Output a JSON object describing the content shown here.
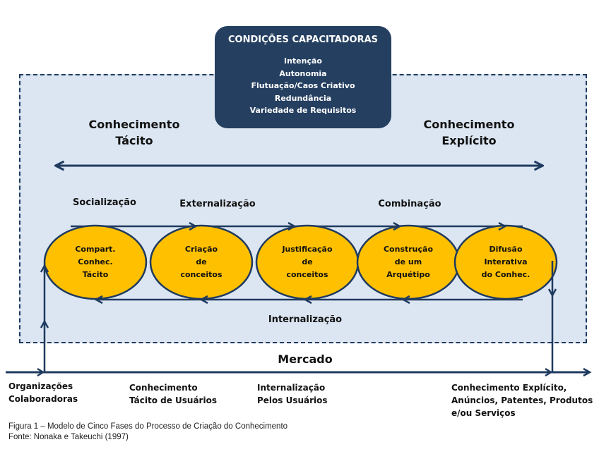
{
  "conditions": {
    "title": "CONDIÇÕES CAPACITADORAS",
    "items": [
      "Intenção",
      "Autonomia",
      "Flutuação/Caos  Criativo",
      "Redundância",
      "Variedade de Requisitos"
    ]
  },
  "axis": {
    "left": {
      "line1": "Conhecimento",
      "line2": "Tácito"
    },
    "right": {
      "line1": "Conhecimento",
      "line2": "Explícito"
    }
  },
  "modes": {
    "socialization": "Socialização",
    "externalization": "Externalização",
    "combination": "Combinação",
    "internalization": "Internalização"
  },
  "phases": [
    {
      "lines": [
        "Compart.",
        "Conhec.",
        "Tácito"
      ]
    },
    {
      "lines": [
        "Criação",
        "de",
        "conceitos"
      ]
    },
    {
      "lines": [
        "Justificação",
        "de",
        "conceitos"
      ]
    },
    {
      "lines": [
        "Construção",
        "de um",
        "Arquétipo"
      ]
    },
    {
      "lines": [
        "Difusão",
        "Interativa",
        "do Conhec."
      ]
    }
  ],
  "market": {
    "label": "Mercado"
  },
  "bottom_labels": [
    {
      "line1": "Organizações",
      "line2": "Colaboradoras"
    },
    {
      "line1": "Conhecimento",
      "line2": "Tácito de Usuários"
    },
    {
      "line1": "Internalização",
      "line2": "Pelos Usuários"
    },
    {
      "line1": "Conhecimento Explícito,",
      "line2": "Anúncios,  Patentes, Produtos",
      "line3": "e/ou Serviços"
    }
  ],
  "caption": {
    "figure": "Figura 1 – Modelo de Cinco Fases do Processo de Criação do Conhecimento",
    "source": "Fonte: Nonaka e Takeuchi (1997)"
  },
  "colors": {
    "navy": "#243f60",
    "line": "#1f3a5f",
    "panel": "#dce6f2",
    "ellipse": "#ffc000"
  }
}
